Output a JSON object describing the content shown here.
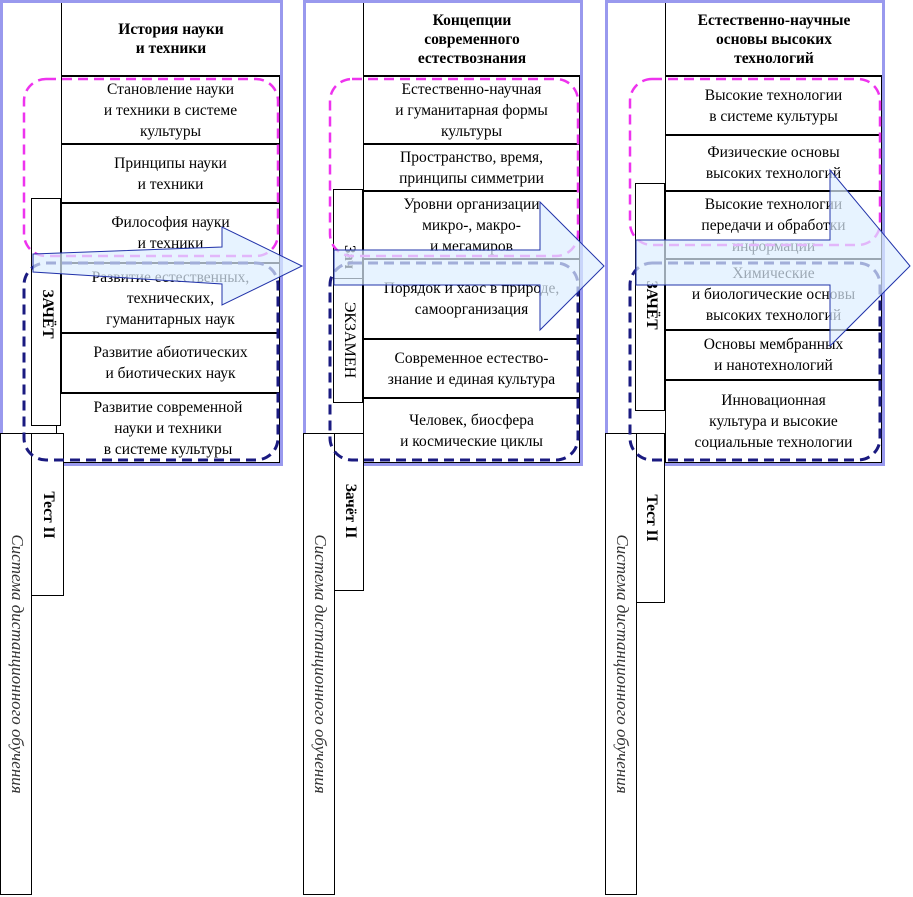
{
  "side_label": "Система дистанционного обучения",
  "colors": {
    "panel_border": "#9999ee",
    "upper_dash": "#ee33ee",
    "lower_dash": "#1a1a80",
    "arrow_fill": "#ddeeff",
    "arrow_stroke": "#2233aa"
  },
  "columns": [
    {
      "title": "История науки\nи техники",
      "topics": [
        "Становление науки\nи техники в системе\nкультуры",
        "Принципы науки\nи техники",
        "Философия науки\nи техники",
        "Развитие естественных,\nтехнических,\nгуманитарных наук",
        "Развитие абиотических\nи биотических наук",
        "Развитие современной\nнауки и техники\nв системе культуры"
      ],
      "inner_label": "ЗАЧЁТ",
      "test_label": "Тест II"
    },
    {
      "title": "Концепции\nсовременного\nестествознания",
      "topics": [
        "Естественно-научная\nи гуманитарная формы\nкультуры",
        "Пространство, время,\nпринципы симметрии",
        "Уровни организации\nмикро-, макро-\nи мегамиров",
        "Порядок и хаос в природе,\nсамоорганизация",
        "Современное естество-\nзнание и единая культура",
        "Человек, биосфера\nи космические циклы"
      ],
      "inner_label": "ЭКЗАМЕН",
      "inner_label_partial": "Зач",
      "test_label": "Зачёт II"
    },
    {
      "title": "Естественно-научные\nосновы высоких\nтехнологий",
      "topics": [
        "Высокие технологии\nв системе культуры",
        "Физические основы\nвысоких технологий",
        "Высокие технологии\nпередачи и обработки\nинформации",
        "Химические\nи биологические основы\nвысоких технологий",
        "Основы мембранных\nи нанотехнологий",
        "Инновационная\nкультура и высокие\nсоциальные технологии"
      ],
      "inner_label": "ЗАЧЁТ",
      "test_label": "Тест II"
    }
  ]
}
